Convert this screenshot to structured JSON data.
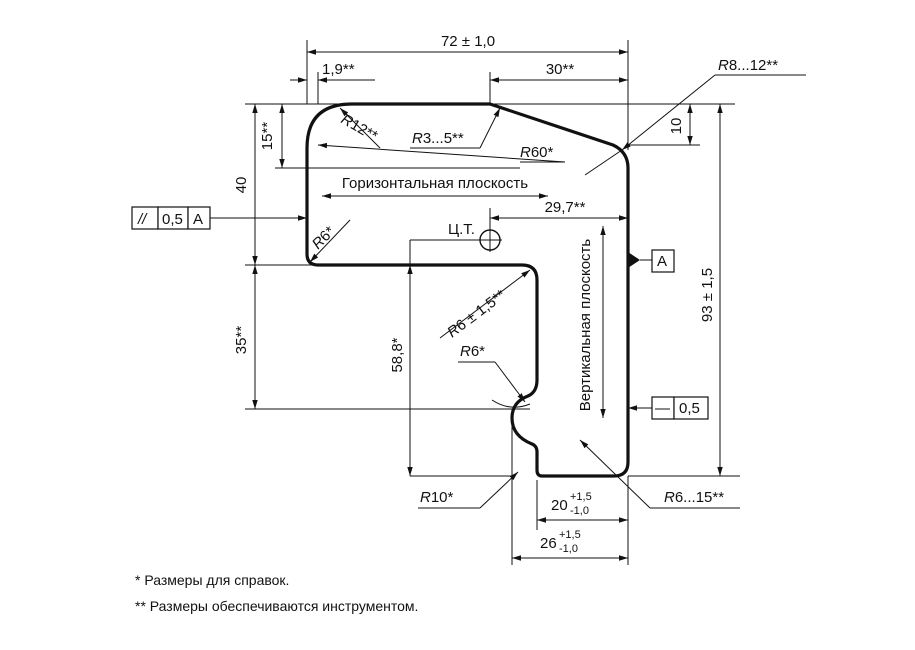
{
  "dimensions": {
    "width_72": "72 ± 1,0",
    "d_1_9": "1,9**",
    "d_30": "30**",
    "r_8_12_r": "R",
    "r_8_12_v": "8...12**",
    "d_10": "10",
    "d_15": "15**",
    "r_12_r": "R",
    "r_12_v": "12**",
    "r_3_5_r": "R",
    "r_3_5_v": "3...5**",
    "r_60_r": "R",
    "r_60_v": "60*",
    "d_40": "40",
    "d_29_7": "29,7**",
    "r_6_a_r": "R",
    "r_6_a_v": "6*",
    "d_93": "93 ± 1,5",
    "d_35": "35**",
    "r_6_15_r": "R",
    "r_6_15_v": "6 ± 1,5**",
    "d_58_8": "58,8*",
    "r_6_b_r": "R",
    "r_6_b_v": "6*",
    "r_10_r": "R",
    "r_10_v": "10*",
    "d_20_base": "20",
    "d_20_up": "+1,5",
    "d_20_low": "-1,0",
    "r_6_15b_r": "R",
    "r_6_15b_v": "6...15**",
    "d_26_base": "26",
    "d_26_up": "+1,5",
    "d_26_low": "-1,0"
  },
  "labels": {
    "horizontal_plane": "Горизонтальная плоскость",
    "vertical_plane": "Вертикальная плоскость",
    "center_of_gravity": "Ц.Т."
  },
  "tolerance_frames": {
    "parallelism_symbol": "//",
    "parallelism_value": "0,5",
    "parallelism_datum": "A",
    "datum_label": "A",
    "straightness_symbol": "—",
    "straightness_value": "0,5"
  },
  "notes": {
    "reference": "* Размеры для справок.",
    "tooling": "** Размеры обеспечиваются инструментом."
  }
}
